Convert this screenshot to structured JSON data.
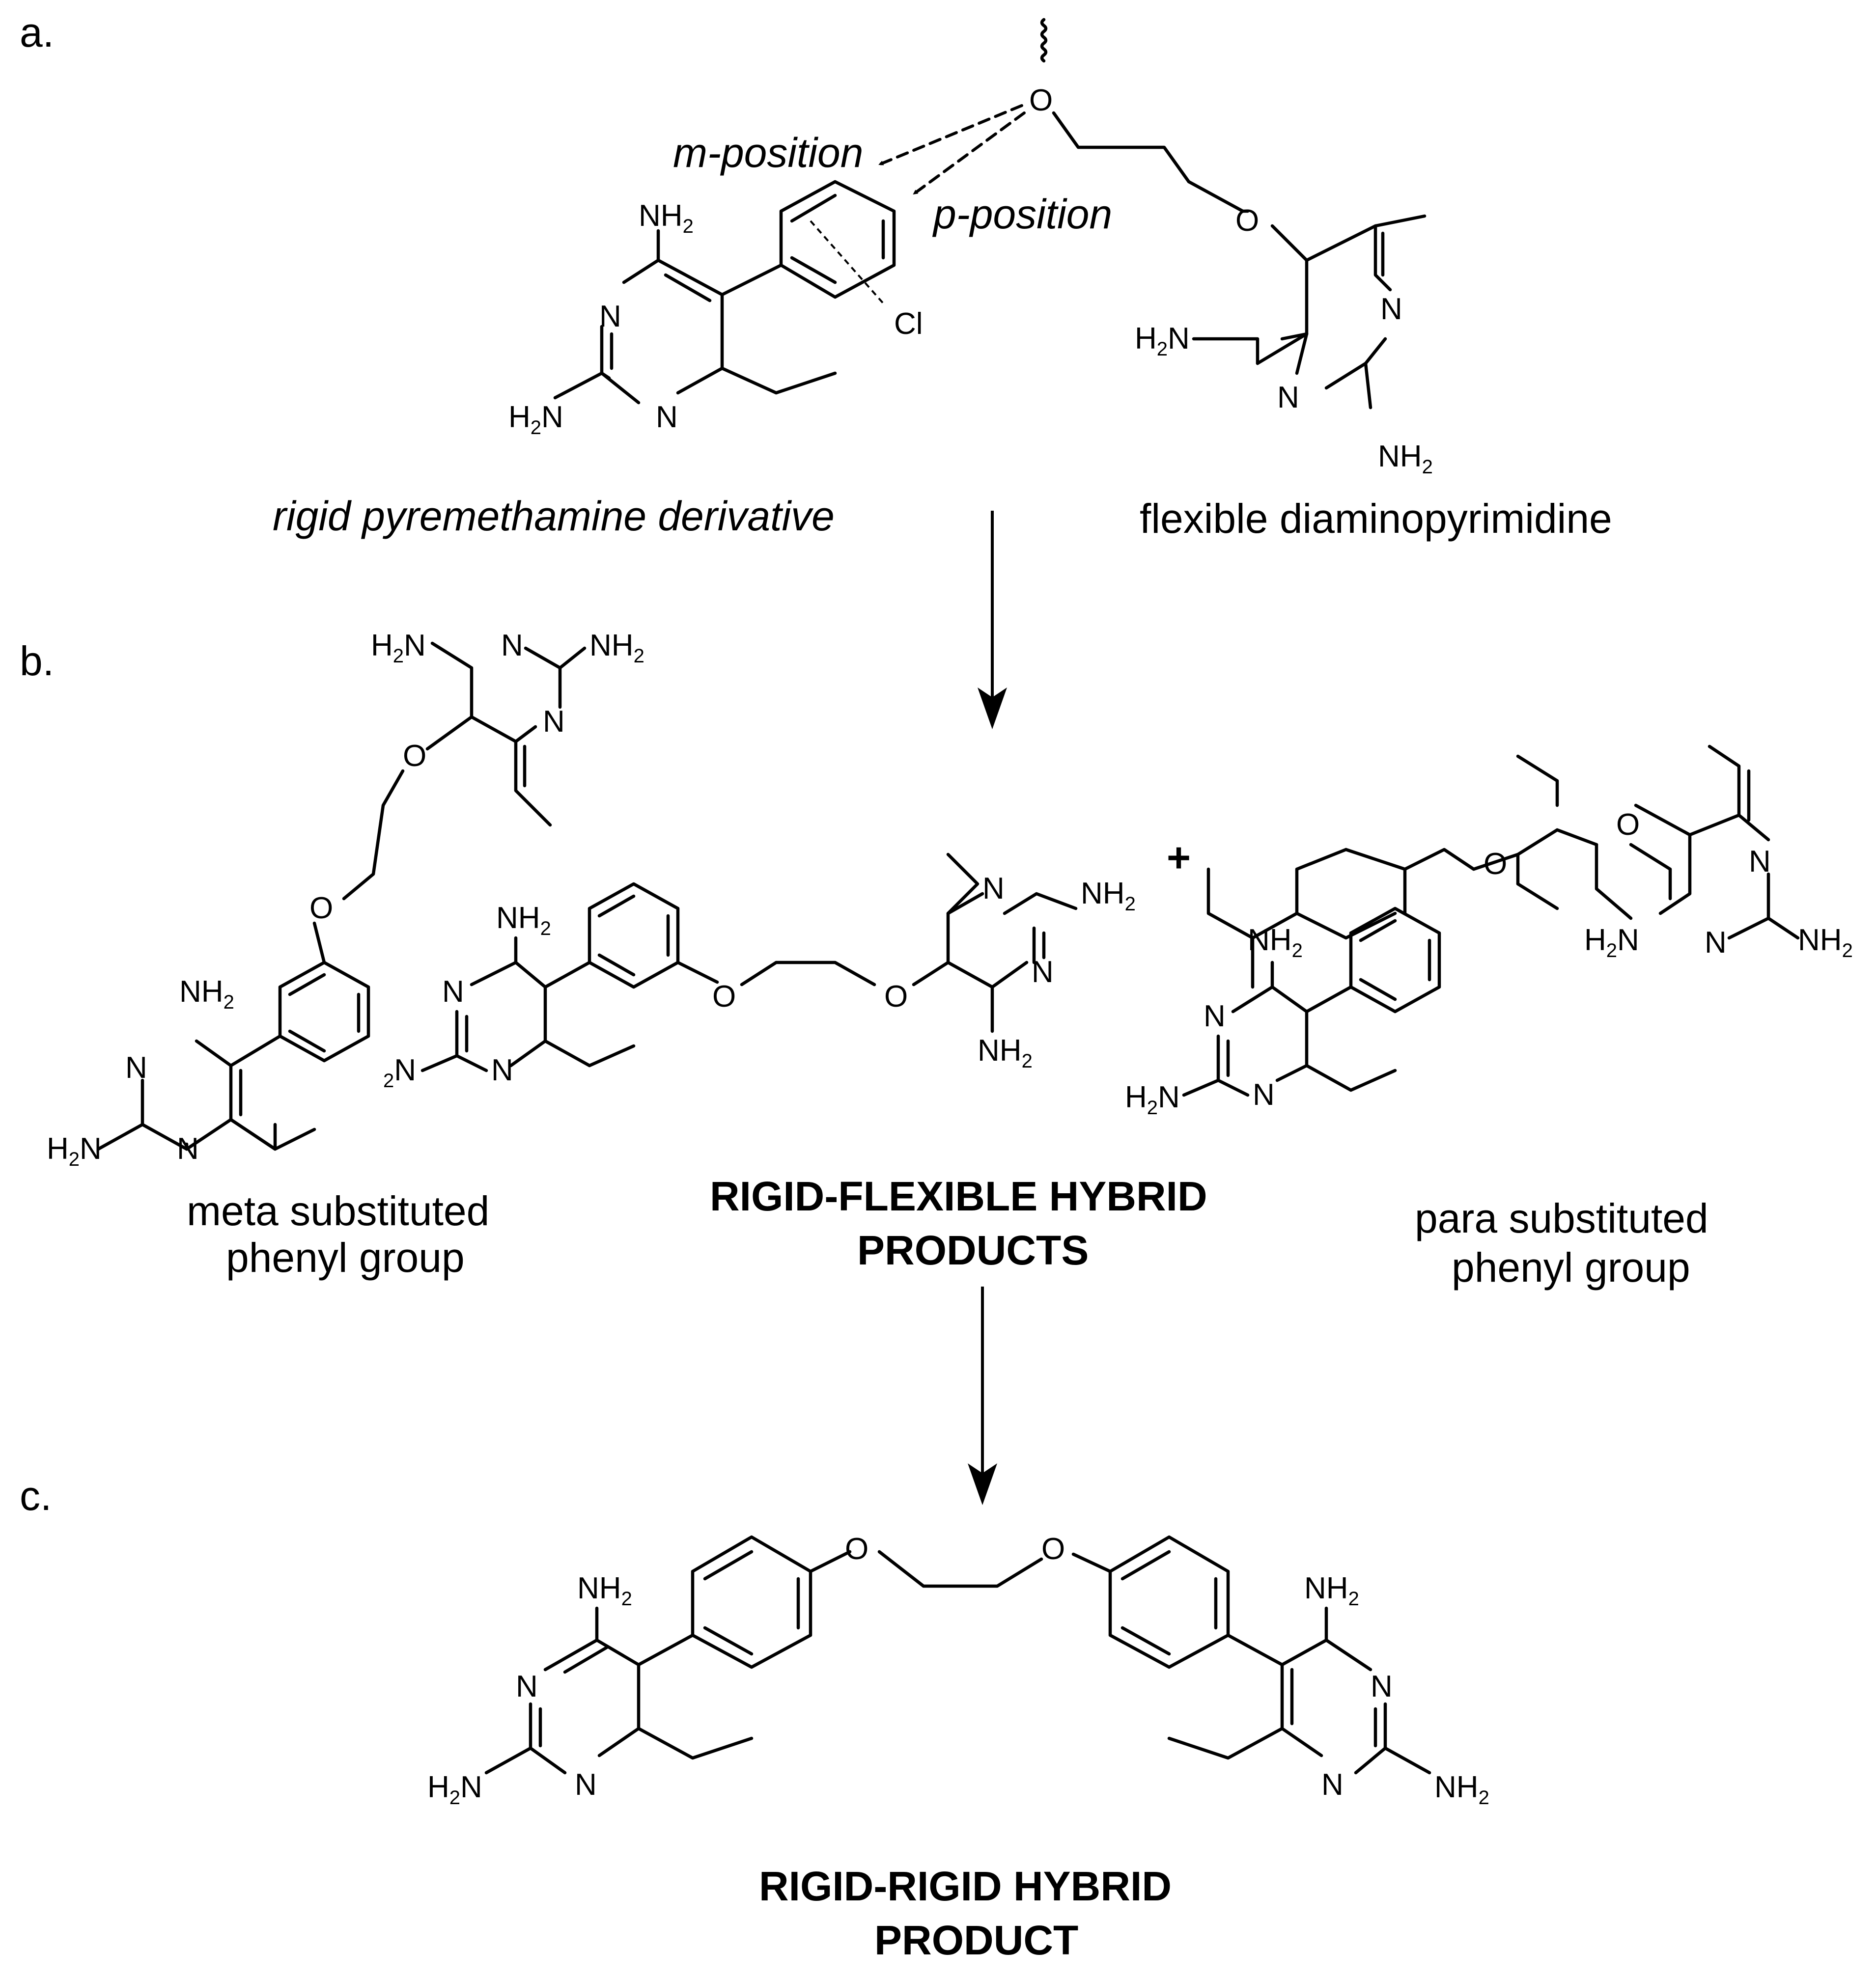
{
  "panels": {
    "a": {
      "letter": "a."
    },
    "b": {
      "letter": "b."
    },
    "c": {
      "letter": "c."
    }
  },
  "annotations": {
    "m_position": "m-position",
    "p_position": "p-position",
    "rigid_label": "rigid pyremethamine derivative",
    "flexible_label": "flexible diaminopyrimidine",
    "meta_label_1": "meta substituted",
    "meta_label_2": "phenyl group",
    "para_label_1": "para substituted",
    "para_label_2": "phenyl group",
    "rf_title_1": "RIGID-FLEXIBLE HYBRID",
    "rf_title_2": "PRODUCTS",
    "rr_title_1": "RIGID-RIGID HYBRID",
    "rr_title_2": "PRODUCT",
    "plus": "+"
  },
  "atoms": {
    "N": "N",
    "O": "O",
    "Cl": "Cl",
    "NH": "NH",
    "H": "H",
    "sub2": "2"
  }
}
